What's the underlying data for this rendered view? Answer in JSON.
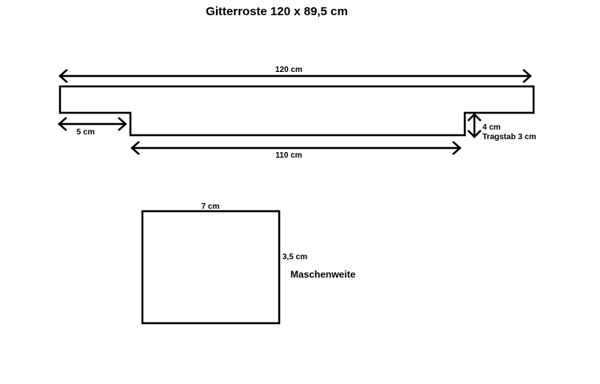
{
  "title": "Gitterroste 120 x 89,5 cm",
  "profile": {
    "total_length": "120 cm",
    "end_offset": "5 cm",
    "inner_length": "110 cm",
    "height": "4 cm",
    "bearing_bar": "Tragstab 3 cm"
  },
  "mesh": {
    "width": "7 cm",
    "height": "3,5 cm",
    "caption": "Maschenweite"
  },
  "colors": {
    "line": "#000000",
    "background": "#ffffff"
  }
}
